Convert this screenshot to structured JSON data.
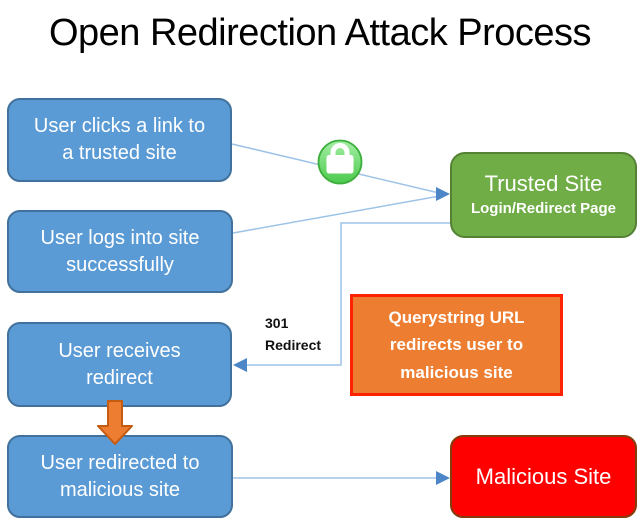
{
  "title": "Open Redirection Attack Process",
  "steps": [
    {
      "lines": [
        "User clicks a link to",
        "a trusted site"
      ]
    },
    {
      "lines": [
        "User logs into site",
        "successfully"
      ]
    },
    {
      "lines": [
        "User receives",
        "redirect"
      ]
    },
    {
      "lines": [
        "User redirected to",
        "malicious site"
      ]
    }
  ],
  "trusted_site": {
    "title": "Trusted Site",
    "subtitle": "Login/Redirect Page"
  },
  "querystring_note": {
    "lines": [
      "Querystring URL",
      "redirects user to",
      "malicious site"
    ]
  },
  "malicious_site": {
    "label": "Malicious Site"
  },
  "redirect_label": {
    "lines": [
      "301",
      "Redirect"
    ]
  },
  "icons": {
    "lock": "lock-icon",
    "down_arrow": "down-arrow-icon"
  },
  "colors": {
    "step_box_fill": "#5B9BD5",
    "step_box_border": "#41719C",
    "trusted_fill": "#70AD47",
    "trusted_border": "#548235",
    "querystring_fill": "#ED7D31",
    "querystring_border": "#FF2200",
    "malicious_fill": "#FE0000",
    "malicious_border": "#843C0C",
    "connector_line": "#9DC3E6",
    "connector_arrowhead": "#4C86C6",
    "lock_circle": "#5BD35B",
    "lock_circle_border": "#3CAE3C",
    "down_arrow_fill": "#ED7D31",
    "down_arrow_border": "#C55A11",
    "box_text": "#FFFFFF",
    "title_text": "#000000"
  }
}
